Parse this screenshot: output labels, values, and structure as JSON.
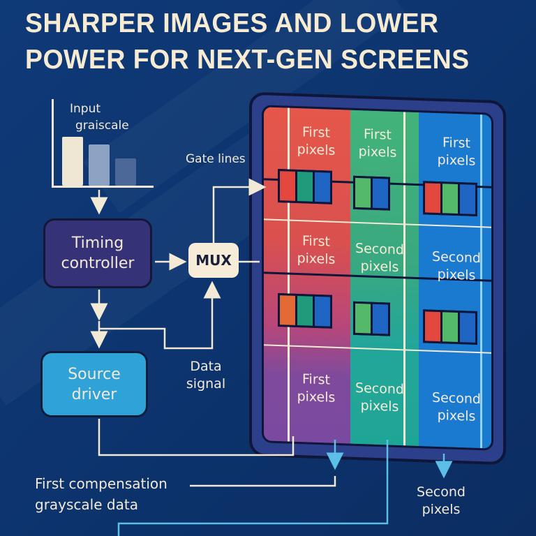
{
  "title": {
    "line1": "SHARPER IMAGES AND LOWER",
    "line2": "POWER FOR NEXT-GEN SCREENS"
  },
  "input_chart": {
    "label_line1": "Input",
    "label_line2": "graiscale",
    "bar_levels": [
      1.0,
      0.84,
      0.55
    ],
    "bar_colors": [
      "#efe6d3",
      "#8da3c2",
      "#4c6898"
    ]
  },
  "blocks": {
    "timing_controller_line1": "Timing",
    "timing_controller_line2": "controller",
    "mux": "MUX",
    "source_driver_line1": "Source",
    "source_driver_line2": "driver"
  },
  "labels": {
    "gate_lines": "Gate lines",
    "data_signal_line1": "Data",
    "data_signal_line2": "signal",
    "compensation_line1": "First compensation",
    "compensation_line2": "grayscale data",
    "output_second_line1": "Second",
    "output_second_line2": "pixels"
  },
  "panel": {
    "rows": [
      [
        "First pixels",
        "First pixels",
        "First pixels"
      ],
      [
        "First pixels",
        "Second pixels",
        "Second pixels"
      ],
      [
        "First pixels",
        "Second pixels",
        "Second pixels"
      ]
    ]
  },
  "colors": {
    "background": "#0d3570",
    "text": "#f3ead6",
    "timing_controller": "#363277",
    "source_driver": "#2fa3d8",
    "accent_line": "#5bbfe8"
  }
}
